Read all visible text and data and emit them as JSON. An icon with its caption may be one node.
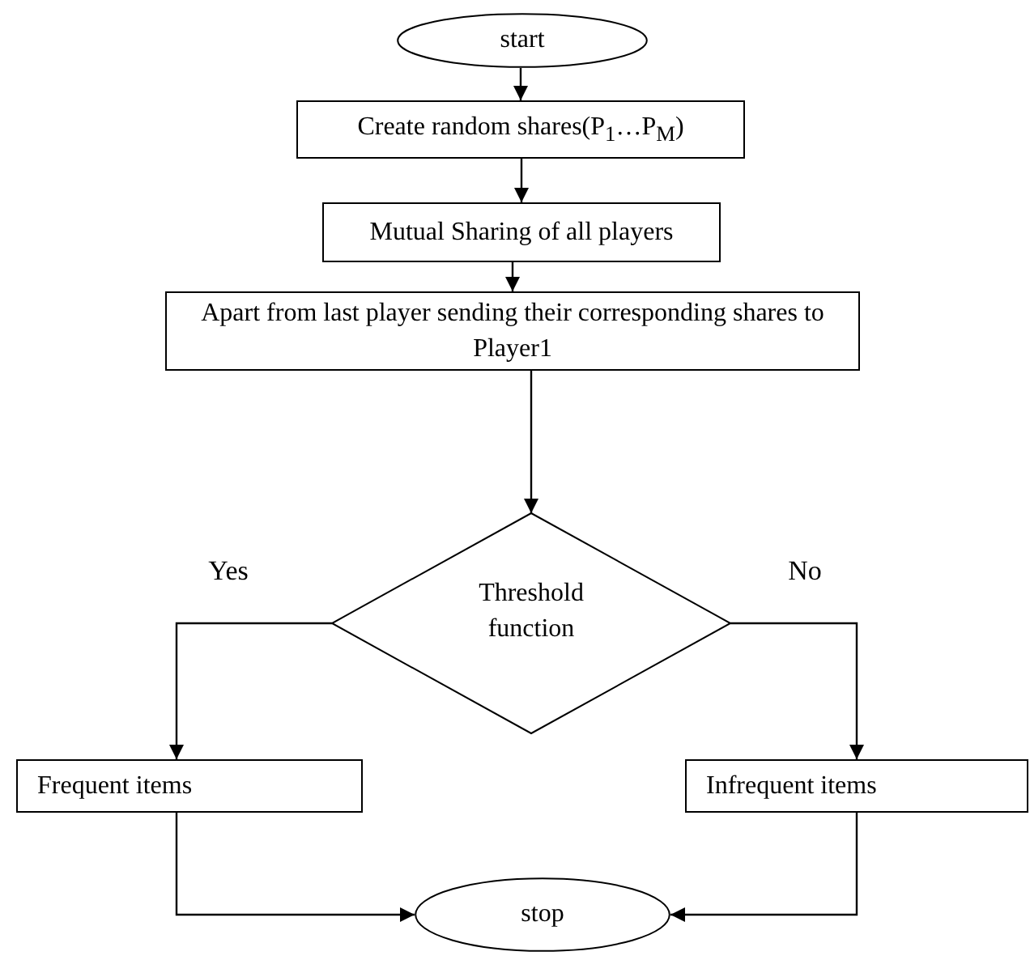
{
  "diagram": {
    "nodes": [
      {
        "text": [
          "start"
        ]
      },
      {
        "text": [
          "Create random shares(P$_{1}$…P$_{M}$)"
        ]
      },
      {
        "text": [
          "Mutual Sharing of all players"
        ]
      },
      {
        "text": [
          "Apart from last player sending their corresponding shares to Player1"
        ]
      },
      {
        "text": [
          "Threshold function"
        ]
      },
      {
        "text": [
          "Frequent items"
        ]
      },
      {
        "text": [
          "Infrequent items"
        ]
      },
      {
        "text": [
          "stop"
        ]
      }
    ],
    "edges": [
      {
        "from": 0,
        "to": 1,
        "arrow": "to"
      },
      {
        "from": 1,
        "to": 2,
        "arrow": "to"
      },
      {
        "from": 2,
        "to": 3,
        "arrow": "to"
      },
      {
        "from": 3,
        "to": 4,
        "arrow": "to"
      },
      {
        "from": 4,
        "to": 5,
        "arrow": "to",
        "label": "Yes"
      },
      {
        "from": 4,
        "to": 6,
        "arrow": "to",
        "label": "No"
      },
      {
        "from": 5,
        "to": 7,
        "arrow": "to"
      },
      {
        "from": 6,
        "to": 7,
        "arrow": "to"
      }
    ]
  }
}
